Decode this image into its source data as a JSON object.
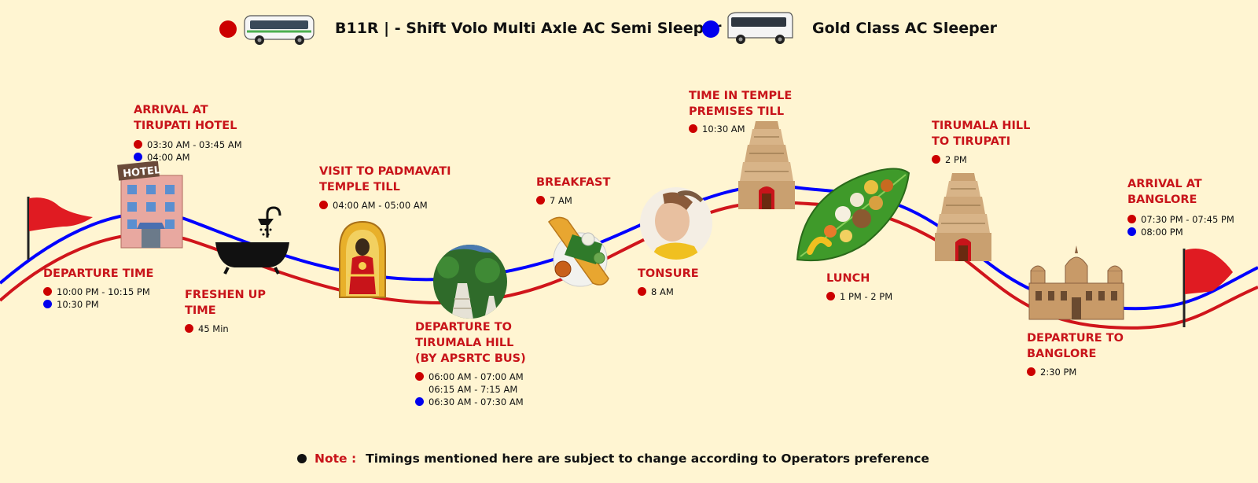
{
  "colors": {
    "background": "#fff5d2",
    "red": "#c8141a",
    "route_red": "#d0151b",
    "blue": "#0000ff",
    "dot_red": "#cc0000",
    "dot_blue": "#0000ee",
    "dot_black": "#111111"
  },
  "legend": [
    {
      "color": "red",
      "icon": "bus-icon",
      "label": "B11R | - Shift Volo Multi Axle AC Semi Sleeper"
    },
    {
      "color": "blue",
      "icon": "bus-icon",
      "label": "Gold Class AC Sleeper"
    }
  ],
  "stops": [
    {
      "id": "departure",
      "icon": "red-flag-icon",
      "title": "DEPARTURE TIME",
      "times": [
        {
          "dot": "red",
          "text": "10:00 PM - 10:15 PM"
        },
        {
          "dot": "blue",
          "text": "10:30 PM"
        }
      ]
    },
    {
      "id": "arrival-hotel",
      "icon": "hotel-icon",
      "title": "ARRIVAL AT\nTIRUPATI HOTEL",
      "times": [
        {
          "dot": "red",
          "text": "03:30 AM - 03:45 AM"
        },
        {
          "dot": "blue",
          "text": "04:00 AM"
        }
      ]
    },
    {
      "id": "freshen-up",
      "icon": "bathtub-icon",
      "title": "FRESHEN UP\nTIME",
      "times": [
        {
          "dot": "red",
          "text": "45 Min"
        }
      ]
    },
    {
      "id": "padmavati",
      "icon": "goddess-idol-icon",
      "title": "VISIT TO PADMAVATI\nTEMPLE TILL",
      "times": [
        {
          "dot": "red",
          "text": "04:00 AM - 05:00 AM"
        }
      ]
    },
    {
      "id": "departure-tirumala",
      "icon": "tirumala-hill-icon",
      "title": "DEPARTURE TO\nTIRUMALA HILL\n(BY APSRTC BUS)",
      "times": [
        {
          "dot": "red",
          "text": "06:00 AM - 07:00 AM"
        },
        {
          "dot": "none",
          "text": "06:15 AM - 7:15 AM"
        },
        {
          "dot": "blue",
          "text": "06:30 AM - 07:30 AM"
        }
      ]
    },
    {
      "id": "breakfast",
      "icon": "dosa-icon",
      "title": "BREAKFAST",
      "times": [
        {
          "dot": "red",
          "text": "7 AM"
        }
      ]
    },
    {
      "id": "tonsure",
      "icon": "tonsure-icon",
      "title": "TONSURE",
      "times": [
        {
          "dot": "red",
          "text": "8 AM"
        }
      ]
    },
    {
      "id": "temple-time",
      "icon": "temple-gopuram-icon",
      "title": "TIME IN TEMPLE\nPREMISES TILL",
      "times": [
        {
          "dot": "red",
          "text": "10:30 AM"
        }
      ]
    },
    {
      "id": "lunch",
      "icon": "banana-leaf-meal-icon",
      "title": "LUNCH",
      "times": [
        {
          "dot": "red",
          "text": "1 PM - 2 PM"
        }
      ]
    },
    {
      "id": "hill-to-tirupati",
      "icon": "temple-gopuram-icon",
      "title": "TIRUMALA HILL\n TO TIRUPATI",
      "times": [
        {
          "dot": "red",
          "text": "2 PM"
        }
      ]
    },
    {
      "id": "departure-banglore",
      "icon": "palace-icon",
      "title": "DEPARTURE TO\nBANGLORE",
      "times": [
        {
          "dot": "red",
          "text": "2:30 PM"
        }
      ]
    },
    {
      "id": "arrival-banglore",
      "icon": "red-flag-icon",
      "title": "ARRIVAL AT\nBANGLORE",
      "times": [
        {
          "dot": "red",
          "text": "07:30 PM - 07:45 PM"
        },
        {
          "dot": "blue",
          "text": "08:00 PM"
        }
      ]
    }
  ],
  "note": {
    "label": "Note :",
    "text": "Timings mentioned here are subject to change according to Operators preference"
  }
}
